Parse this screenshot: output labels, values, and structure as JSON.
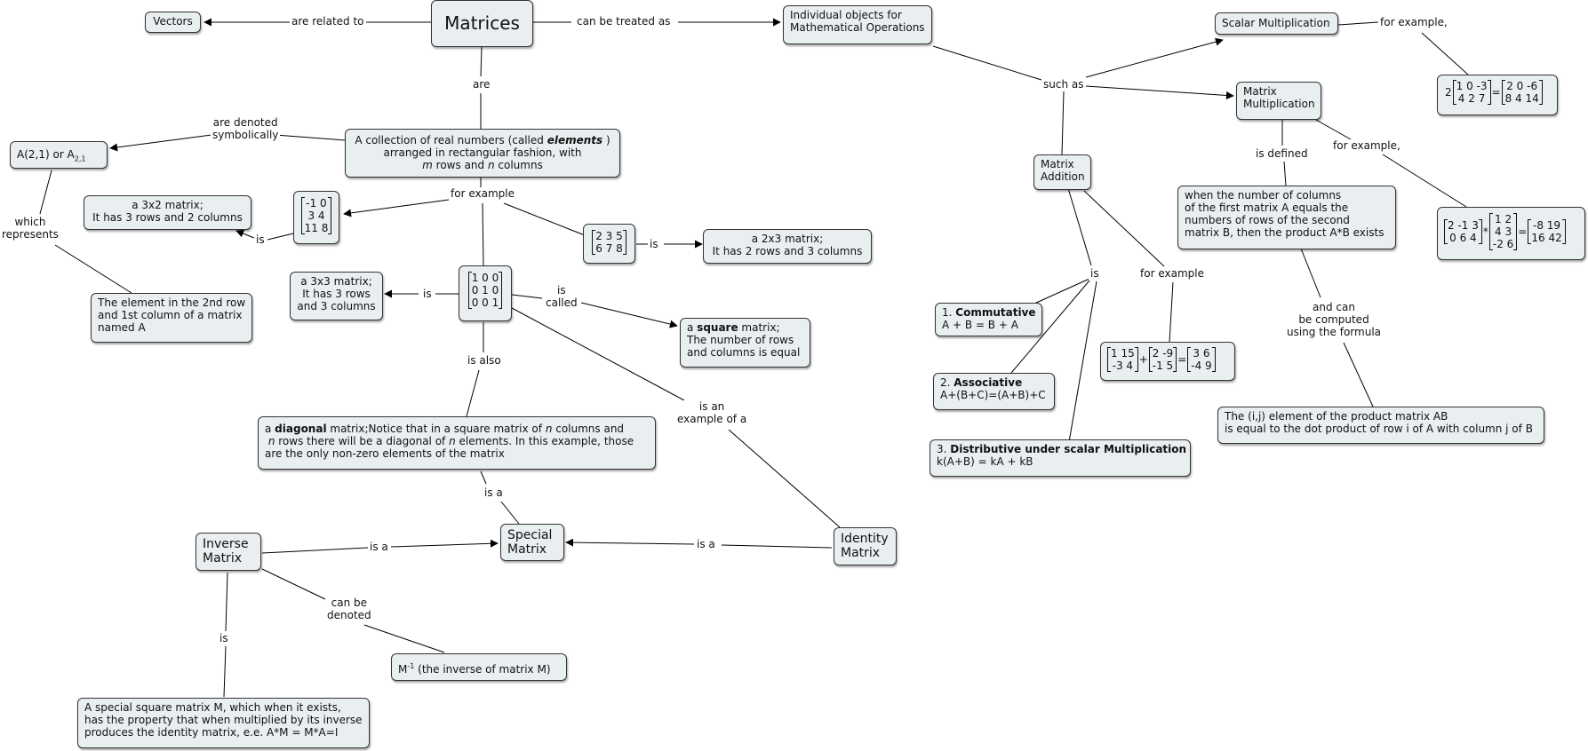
{
  "nodes": {
    "vectors": "Vectors",
    "matrices": "Matrices",
    "individual": [
      "Individual objects for",
      "Mathematical Operations"
    ],
    "scalar_mult": "Scalar Multiplication",
    "matrix_mult": [
      "Matrix",
      "Multiplication"
    ],
    "matrix_add": [
      "Matrix",
      "Addition"
    ],
    "a21_prefix": "A(2,1) or  A",
    "a21_sub": "2,1",
    "collection": {
      "l1a": "A collection of real numbers (called ",
      "l1b": "elements",
      "l1c": " )",
      "l2": "arranged in rectangular fashion, with",
      "l3a": "m",
      "l3b": "  rows and ",
      "l3c": "n",
      "l3d": "  columns"
    },
    "m3x2_desc": [
      "a 3x2 matrix;",
      "It has 3 rows and 2 columns"
    ],
    "m2x3_desc": [
      "a 2x3 matrix;",
      "It has 2 rows and 3 columns"
    ],
    "m3x3_desc": [
      "a 3x3 matrix;",
      "It has 3 rows",
      "and 3 columns"
    ],
    "element_desc": [
      "The element in the 2nd row",
      "and 1st column of a matrix",
      " named A"
    ],
    "square": {
      "pre": "a ",
      "bold": "square",
      "post": " matrix;",
      "l2": "The number of rows",
      "l3": " and columns is equal"
    },
    "diagonal": {
      "pre": "a ",
      "bold": "diagonal",
      "l1": " matrix;Notice that in a square matrix of ",
      "n1": "n",
      "l1b": "  columns and",
      "n2": "n",
      "l2": "  rows there will be a diagonal of ",
      "n3": "n",
      "l2b": "  elements. In this example, those",
      "l3": "are the only non-zero elements of the matrix"
    },
    "special": [
      "Special",
      "Matrix"
    ],
    "inverse": [
      "Inverse",
      "Matrix"
    ],
    "identity": [
      "Identity",
      "Matrix"
    ],
    "minv": {
      "m": "M",
      "sup": "-1",
      "rest": "  (the inverse of matrix M)"
    },
    "inverse_desc": [
      "A special square matrix M, which when it exists,",
      "has the property that when multiplied by its inverse",
      "produces the identity matrix, e.e. A*M = M*A=I"
    ],
    "commutative": {
      "num": "1. ",
      "bold": "Commutative",
      "l2": "A + B = B + A"
    },
    "associative": {
      "num": "2. ",
      "bold": "Associative",
      "l2": "A+(B+C)=(A+B)+C"
    },
    "distributive": {
      "num": "3. ",
      "bold": "Distributive under scalar Multiplication",
      "l2": "k(A+B) = kA + kB"
    },
    "mult_defined": [
      "when the number of columns",
      "of the first matrix A equals the",
      "numbers of rows of the second",
      "matrix B, then the product A*B exists"
    ],
    "ij_element": [
      "The (i,j) element of the product matrix AB",
      "is equal to the dot product of row i of A with column j of B"
    ]
  },
  "matrices": {
    "m3x2": [
      "-1 0",
      "3 4",
      "11 8"
    ],
    "m2x3": [
      "2 3 5",
      "6 7 8"
    ],
    "identity3": [
      "1 0 0",
      "0 1 0",
      "0 0 1"
    ],
    "scalar_k": "2",
    "scalar_a": [
      "1 0 -3",
      "4 2 7"
    ],
    "scalar_r": [
      "2 0 -6",
      "8 4 14"
    ],
    "mult_a": [
      "2 -1 3",
      "0 6  4"
    ],
    "mult_b": [
      "1  2",
      "4  3",
      "-2 6"
    ],
    "mult_r": [
      "-8 19",
      "16 42"
    ],
    "add_a": [
      "1 15",
      "-3 4"
    ],
    "add_b": [
      "2 -9",
      "-1 5"
    ],
    "add_r": [
      "3  6",
      "-4 9"
    ],
    "ops": {
      "eq": "=",
      "times": "*",
      "plus": "+"
    }
  },
  "labels": {
    "are_related_to": "are related to",
    "can_be_treated_as": "can be treated as",
    "are": "are",
    "are_denoted": [
      "are denoted",
      "symbolically"
    ],
    "which_represents": [
      "which",
      "represents"
    ],
    "for_example": "for example",
    "is": "is",
    "is_called": [
      "is",
      "called"
    ],
    "is_also": "is also",
    "is_an_example": [
      "is an",
      "example of a"
    ],
    "is_a": "is a",
    "can_be_denoted": [
      "can be",
      "denoted"
    ],
    "such_as": "such as",
    "for_example_comma": "for example,",
    "is_defined": "is defined",
    "and_can": [
      "and can",
      "be computed",
      "using the formula"
    ]
  }
}
